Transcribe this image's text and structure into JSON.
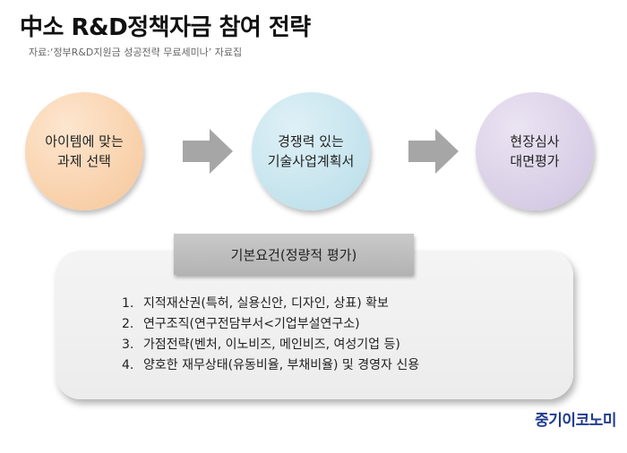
{
  "title": "中소 R&D정책자금 참여 전략",
  "source": "자료:‘정부R&D지원금 성공전략 무료세미나’ 자료집",
  "steps": [
    {
      "label": "아이템에 맞는\n과제 선택",
      "color": "#f6c698"
    },
    {
      "label": "경쟁력 있는\n기술사업계획서",
      "color": "#b7dde9"
    },
    {
      "label": "현장심사\n대면평가",
      "color": "#cfc3e0"
    }
  ],
  "requirements": {
    "header": "기본요건(정량적  평가)",
    "items": [
      {
        "num": "1.",
        "text": "지적재산권(특허, 실용신안, 디자인, 상표) 확보"
      },
      {
        "num": "2.",
        "text": "연구조직(연구전담부서<기업부설연구소)"
      },
      {
        "num": "3.",
        "text": "가점전략(벤처, 이노비즈, 메인비즈, 여성기업 등)"
      },
      {
        "num": "4.",
        "text": "양호한 재무상태(유동비율, 부채비율) 및 경영자 신용"
      }
    ]
  },
  "brand": "중기이코노미",
  "colors": {
    "arrow": "#a6a6a6",
    "brand": "#1f3b8e"
  }
}
